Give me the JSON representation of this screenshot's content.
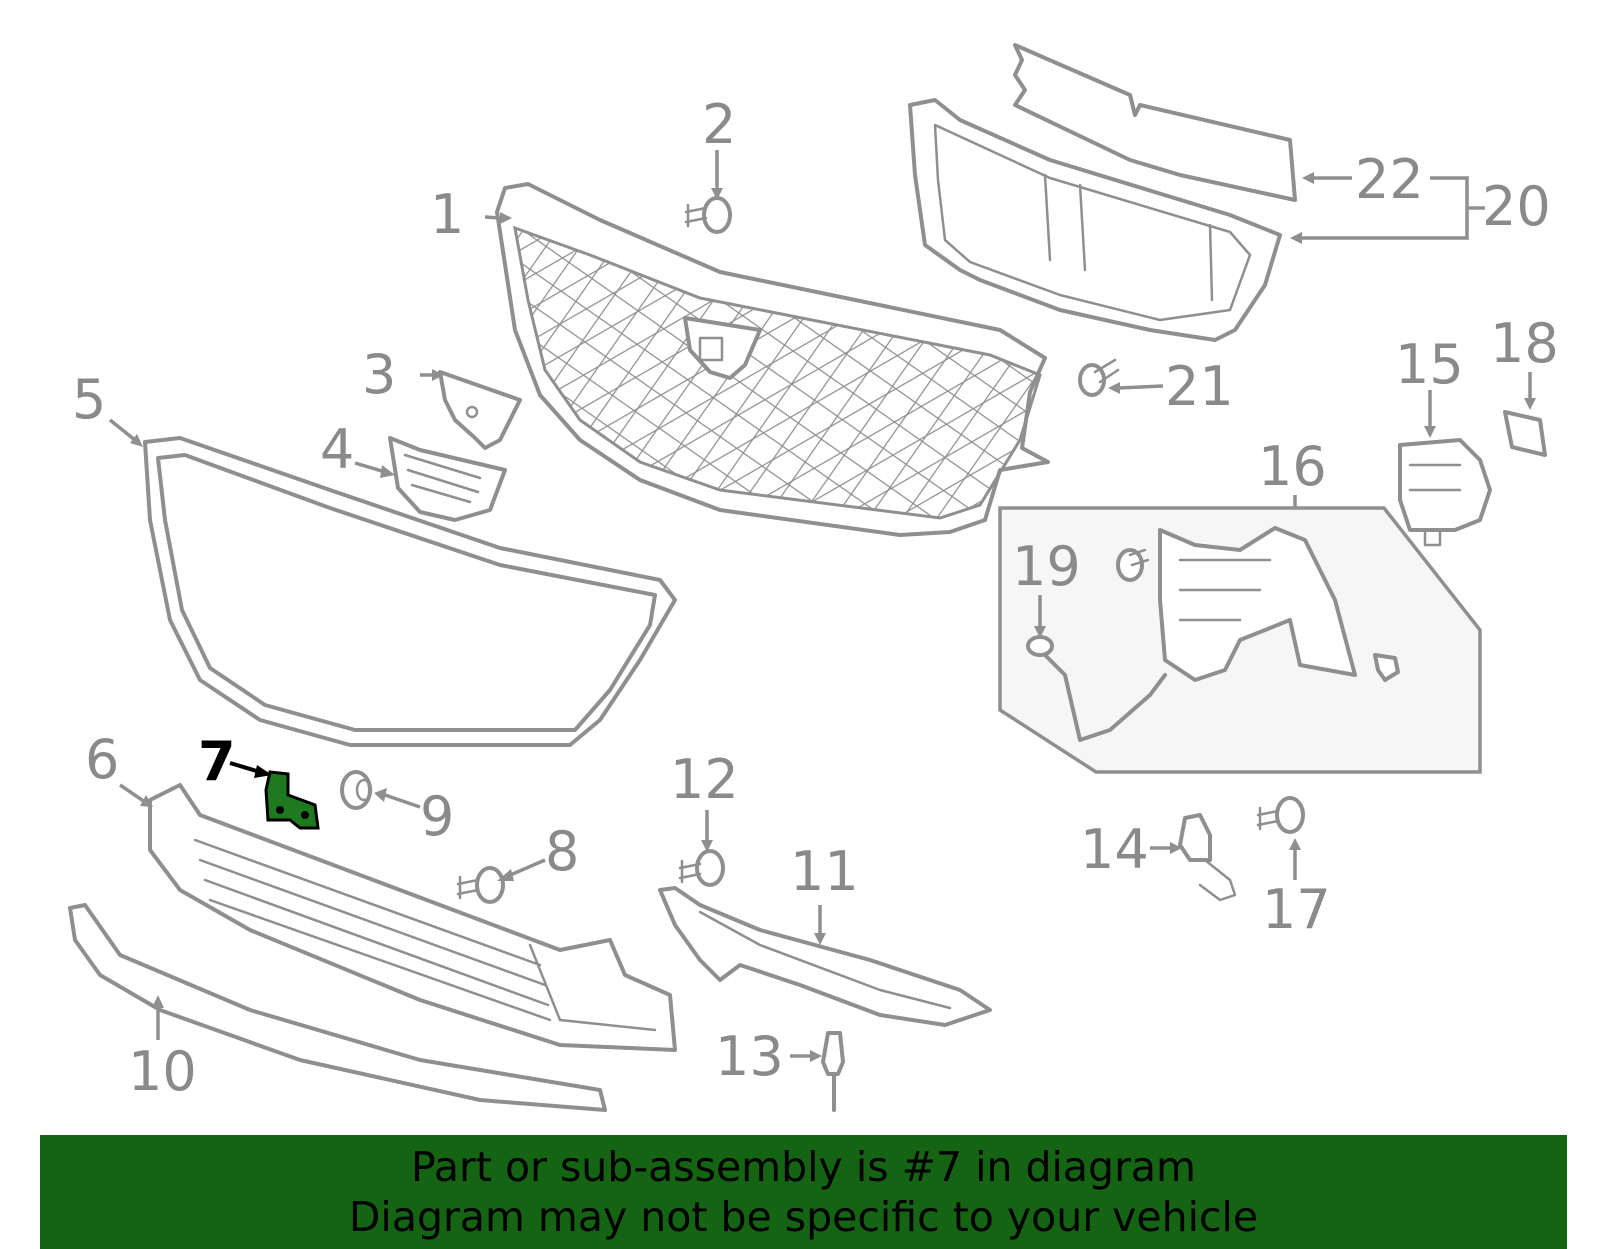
{
  "diagram": {
    "highlight_part": "7",
    "highlight_color": "#1f7a1f",
    "line_color": "#8f8f8f",
    "callouts": [
      {
        "label": "1"
      },
      {
        "label": "2"
      },
      {
        "label": "3"
      },
      {
        "label": "4"
      },
      {
        "label": "5"
      },
      {
        "label": "6"
      },
      {
        "label": "7"
      },
      {
        "label": "8"
      },
      {
        "label": "9"
      },
      {
        "label": "10"
      },
      {
        "label": "11"
      },
      {
        "label": "12"
      },
      {
        "label": "13"
      },
      {
        "label": "14"
      },
      {
        "label": "15"
      },
      {
        "label": "16"
      },
      {
        "label": "17"
      },
      {
        "label": "18"
      },
      {
        "label": "19"
      },
      {
        "label": "20"
      },
      {
        "label": "21"
      },
      {
        "label": "22"
      }
    ]
  },
  "banner": {
    "background": "#146414",
    "line1": "Part or sub-assembly is #7 in diagram",
    "line2": "Diagram may not be specific to your vehicle"
  }
}
